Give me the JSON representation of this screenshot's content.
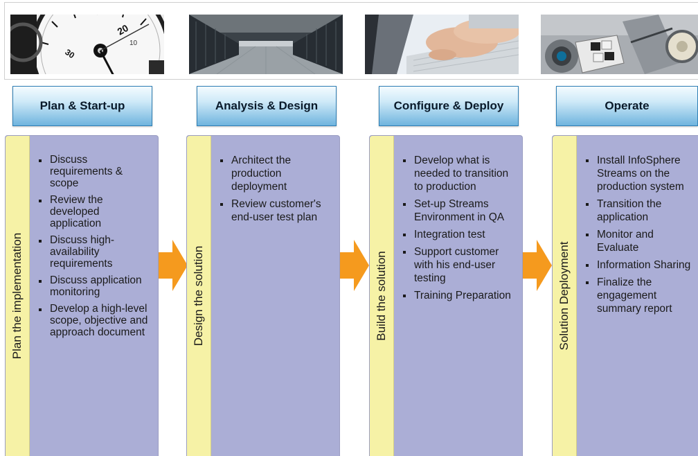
{
  "stages": [
    {
      "header": "Plan & Start-up",
      "side_label": "Plan the implementation",
      "items": [
        "Discuss requirements & scope",
        "Review the developed application",
        "Discuss high-availability requirements",
        "Discuss application monitoring",
        "Develop a high-level scope, objective and approach document"
      ]
    },
    {
      "header": "Analysis & Design",
      "side_label": "Design the solution",
      "items": [
        "Architect the production deployment",
        "Review customer's end-user test plan"
      ]
    },
    {
      "header": "Configure & Deploy",
      "side_label": "Build the solution",
      "items": [
        "Develop what is needed to transition to production",
        "Set-up Streams Environment in QA",
        "Integration test",
        "Support customer with his end-user testing",
        "Training Preparation"
      ]
    },
    {
      "header": "Operate",
      "side_label": "Solution Deployment",
      "items": [
        "Install InfoSphere Streams on the production system",
        "Transition the application",
        "Monitor and Evaluate",
        "Information Sharing",
        "Finalize the engagement summary report"
      ]
    }
  ],
  "photos": [
    "stopwatch-photo",
    "server-room-photo",
    "typing-hands-photo",
    "office-desk-photo"
  ],
  "colors": {
    "header_gradient_top": "#f4fbff",
    "header_gradient_bottom": "#6fb4de",
    "panel": "#abaed6",
    "side_label": "#f6f2a6",
    "arrow": "#f59a1e"
  }
}
